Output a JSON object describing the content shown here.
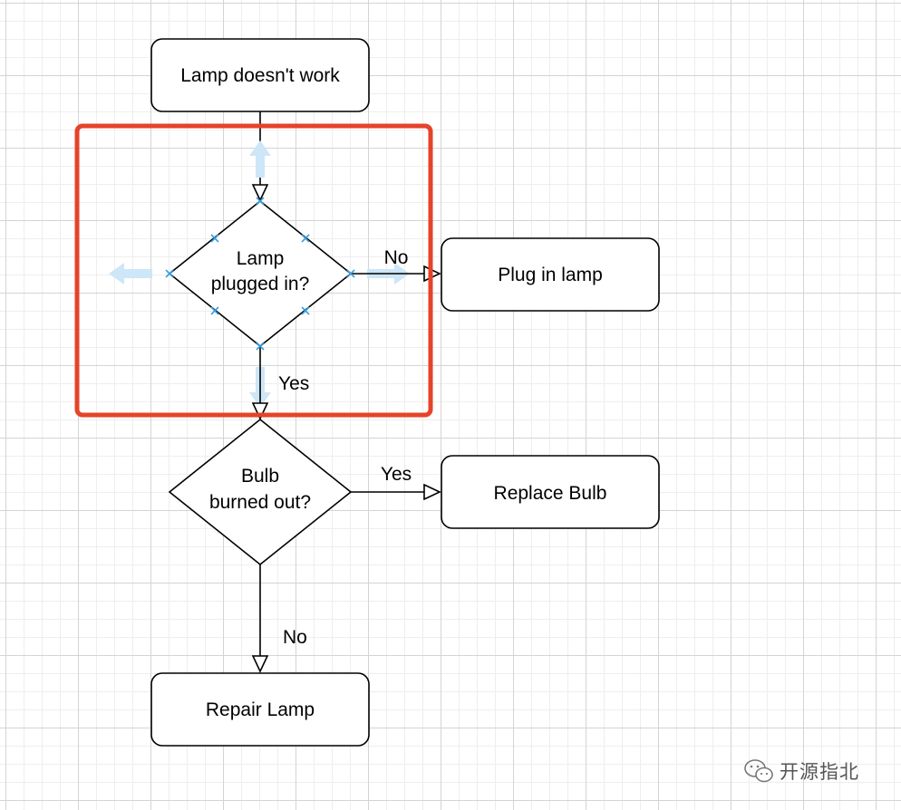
{
  "nodes": {
    "start": {
      "label": "Lamp doesn't work"
    },
    "plugged": {
      "lines": [
        "Lamp",
        "plugged in?"
      ]
    },
    "plug_in": {
      "label": "Plug in lamp"
    },
    "bulb": {
      "lines": [
        "Bulb",
        "burned out?"
      ]
    },
    "replace": {
      "label": "Replace Bulb"
    },
    "repair": {
      "label": "Repair Lamp"
    }
  },
  "edges": {
    "plugged_no": "No",
    "plugged_yes": "Yes",
    "bulb_yes": "Yes",
    "bulb_no": "No"
  },
  "colors": {
    "selection": "#e5432a",
    "handle": "#3b9ede",
    "hover_arrow": "#cde6f8",
    "stroke": "#000000",
    "grid_major": "#d4d4d4",
    "grid_minor": "#eeeeee"
  },
  "icons": {
    "watermark": "wechat-icon"
  },
  "watermark": {
    "text": "开源指北"
  }
}
